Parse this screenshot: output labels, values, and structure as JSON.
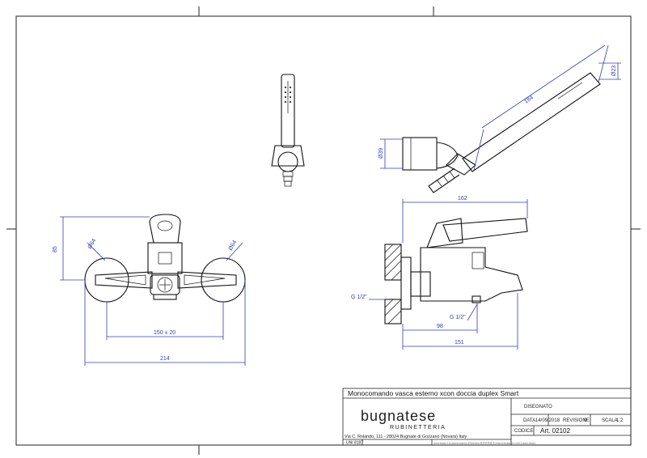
{
  "title_block": {
    "product_title": "Monocomando vasca esterno xcon doccia duplex Smart",
    "brand": "bugnatese",
    "brand_sub": "RUBINETTERIA",
    "address": "Via C. Rolando, 111 - 28024 Bugnate di Gozzano (Novara) Italy",
    "disegnato_label": "DISEGNATO",
    "data_label": "DATA",
    "data_value": "14/09/2018",
    "revisione_label": "REVISIONE",
    "revisione_value": "0",
    "scala_label": "SCALA",
    "scala_value": "1:2",
    "codice_label": "CODICE",
    "art_value": "Art. 02102",
    "uni_label": "UNI 8187",
    "footer_note": "questo disegno è di esclusiva proprietà di Rubinetteria BUGNATESE. È vietata la divulgazione a terzi di questo disegno"
  },
  "dimensions": {
    "front_height": "85",
    "left_dia": "Ø64",
    "right_dia": "Ø64",
    "inner_width": "150 ± 20",
    "overall_width": "214",
    "side_top_width": "162",
    "thread_top": "G 1/2\"",
    "thread_bottom": "G 1/2\"",
    "side_98": "98",
    "side_151": "151",
    "hs_length": "184",
    "hs_dia_small": "Ø23",
    "hs_dia_large": "Ø39"
  }
}
